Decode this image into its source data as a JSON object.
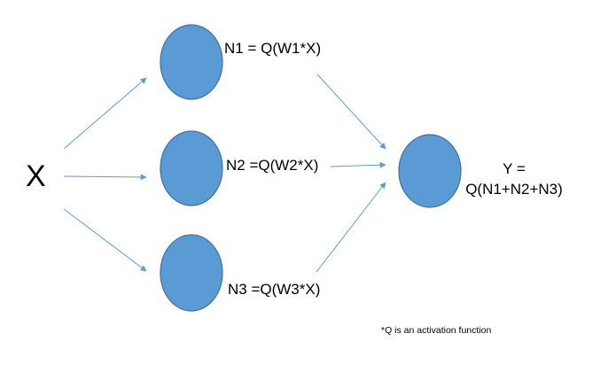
{
  "input_label": "X",
  "hidden_nodes": [
    {
      "equation": "N1 = Q(W1*X)"
    },
    {
      "equation": "N2 =Q(W2*X)"
    },
    {
      "equation": "N3 =Q(W3*X)"
    }
  ],
  "output": {
    "line1": "Y =",
    "line2": "Q(N1+N2+N3)"
  },
  "footnote": "*Q is an activation function",
  "colors": {
    "node_fill": "#5b9bd5",
    "node_stroke": "#41719c",
    "arrow": "#5b9bd5",
    "text": "#000000"
  }
}
